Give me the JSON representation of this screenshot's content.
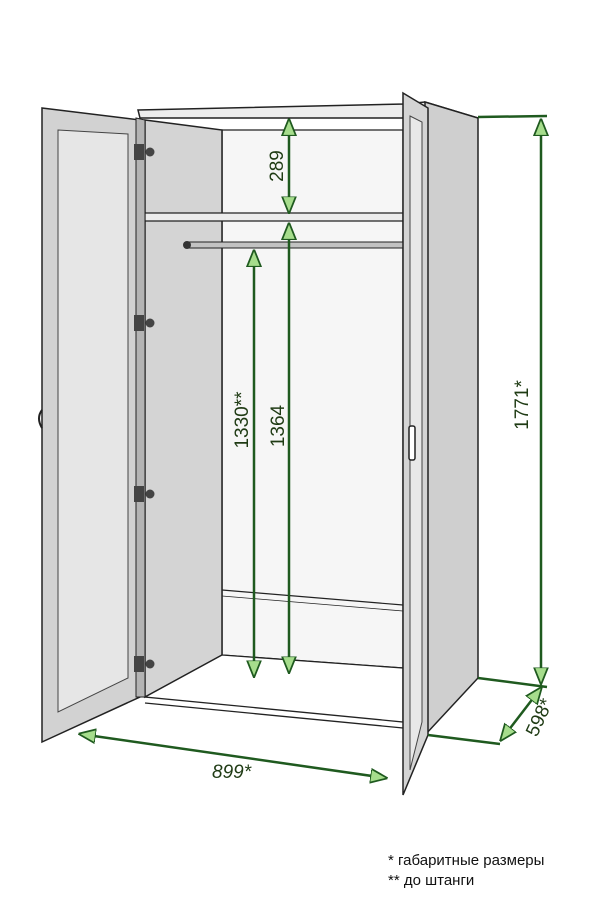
{
  "dimensions": {
    "shelf_gap": "289",
    "rod_height": "1330**",
    "shelf_height": "1364",
    "total_height": "1771*",
    "width": "899*",
    "depth": "598*"
  },
  "legend": {
    "note_overall": "* габаритные размеры",
    "note_rod": "** до штанги"
  },
  "colors": {
    "outline": "#222222",
    "panel": "#d6d6d6",
    "panel_dark": "#9c9c9c",
    "interior": "#f4f4f4",
    "dimension_line": "#1f5a1f",
    "dimension_fill": "#a6dd8c"
  }
}
